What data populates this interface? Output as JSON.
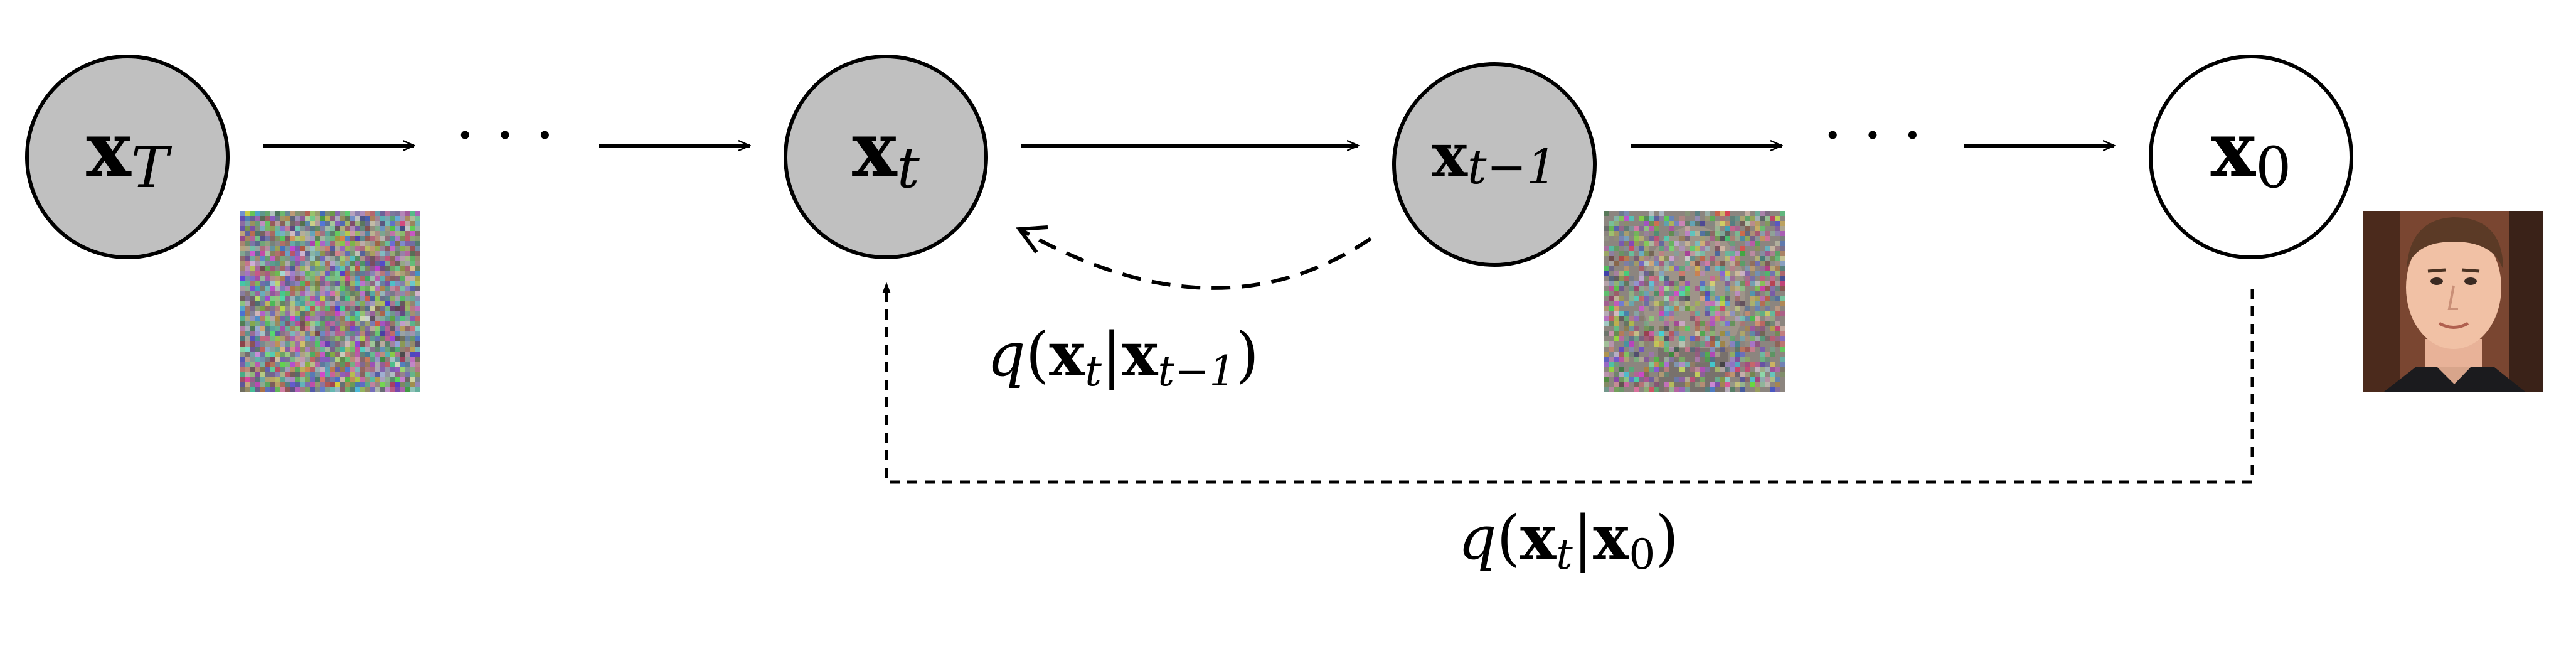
{
  "nodes": [
    {
      "id": "xT",
      "symbol": "x",
      "subscript": "T",
      "filled": true
    },
    {
      "id": "xt",
      "symbol": "x",
      "subscript": "t",
      "filled": true
    },
    {
      "id": "xt1",
      "symbol": "x",
      "subscript": "t−1",
      "filled": true
    },
    {
      "id": "x0",
      "symbol": "x",
      "subscript": "0",
      "filled": false
    }
  ],
  "ellipsis": "· · ·",
  "edges": {
    "step": {
      "q": "q",
      "open": "(",
      "x1": "x",
      "x1_sub": "t",
      "bar": "|",
      "x2": "x",
      "x2_sub": "t−1",
      "close": ")"
    },
    "direct": {
      "q": "q",
      "open": "(",
      "x1": "x",
      "x1_sub": "t",
      "bar": "|",
      "x2": "x",
      "x2_sub": "0",
      "close": ")"
    }
  },
  "images": [
    {
      "id": "noise-full",
      "noise_level": 1.0
    },
    {
      "id": "noise-partial",
      "noise_level": 0.65
    },
    {
      "id": "face-clean",
      "noise_level": 0.0
    }
  ],
  "colors": {
    "node_fill": "#c0c0c0",
    "node_stroke": "#000000",
    "background": "#ffffff",
    "skin": "#f1c1a5",
    "hair": "#5b3a26",
    "photo_bg": "#7a4631"
  }
}
